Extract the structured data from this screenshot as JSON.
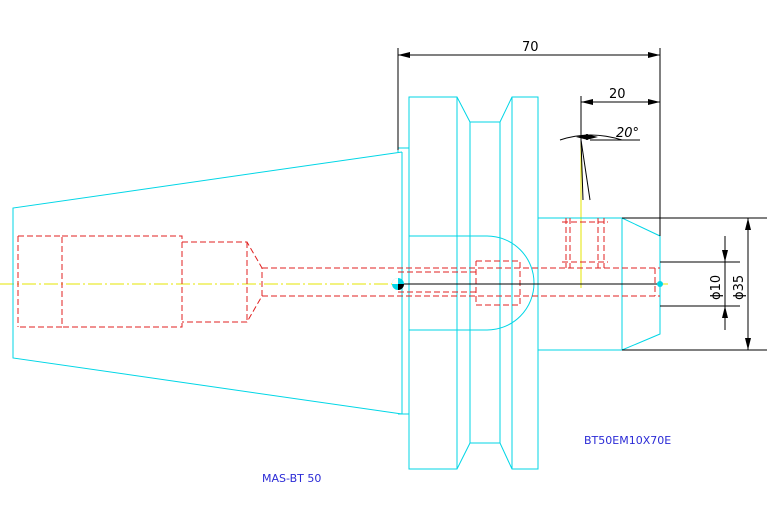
{
  "drawing": {
    "dimensions": {
      "overall_length": "70",
      "nose_length": "20",
      "angle": "20°",
      "bore_diameter": "ϕ10",
      "nose_diameter": "ϕ35"
    },
    "labels": {
      "holder_code": "BT50EM10X70E",
      "taper_code": "MAS-BT 50"
    },
    "colors": {
      "outline": "#00d6e6",
      "hidden": "#e02020",
      "centerline": "#e6e600",
      "dimension": "#000000",
      "label": "#2b2bd6"
    }
  }
}
